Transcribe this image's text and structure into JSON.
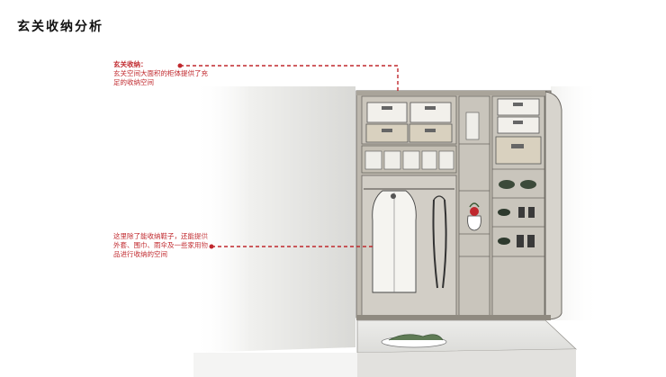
{
  "page": {
    "title": "玄关收纳分析"
  },
  "annotations": [
    {
      "heading": "玄关收纳：",
      "text": "玄关空间大面积的柜体提供了充足的收纳空间"
    },
    {
      "heading": "",
      "text": "这里除了能收纳鞋子，还能提供外套、围巾、雨伞及一些家用物品进行收纳的空间"
    }
  ],
  "colors": {
    "accent": "#c0282d",
    "wall": "#e4e4e2",
    "cabinet": "#c9c5bc",
    "box": "#d8d2c4",
    "floor": "#e9e8e6"
  }
}
